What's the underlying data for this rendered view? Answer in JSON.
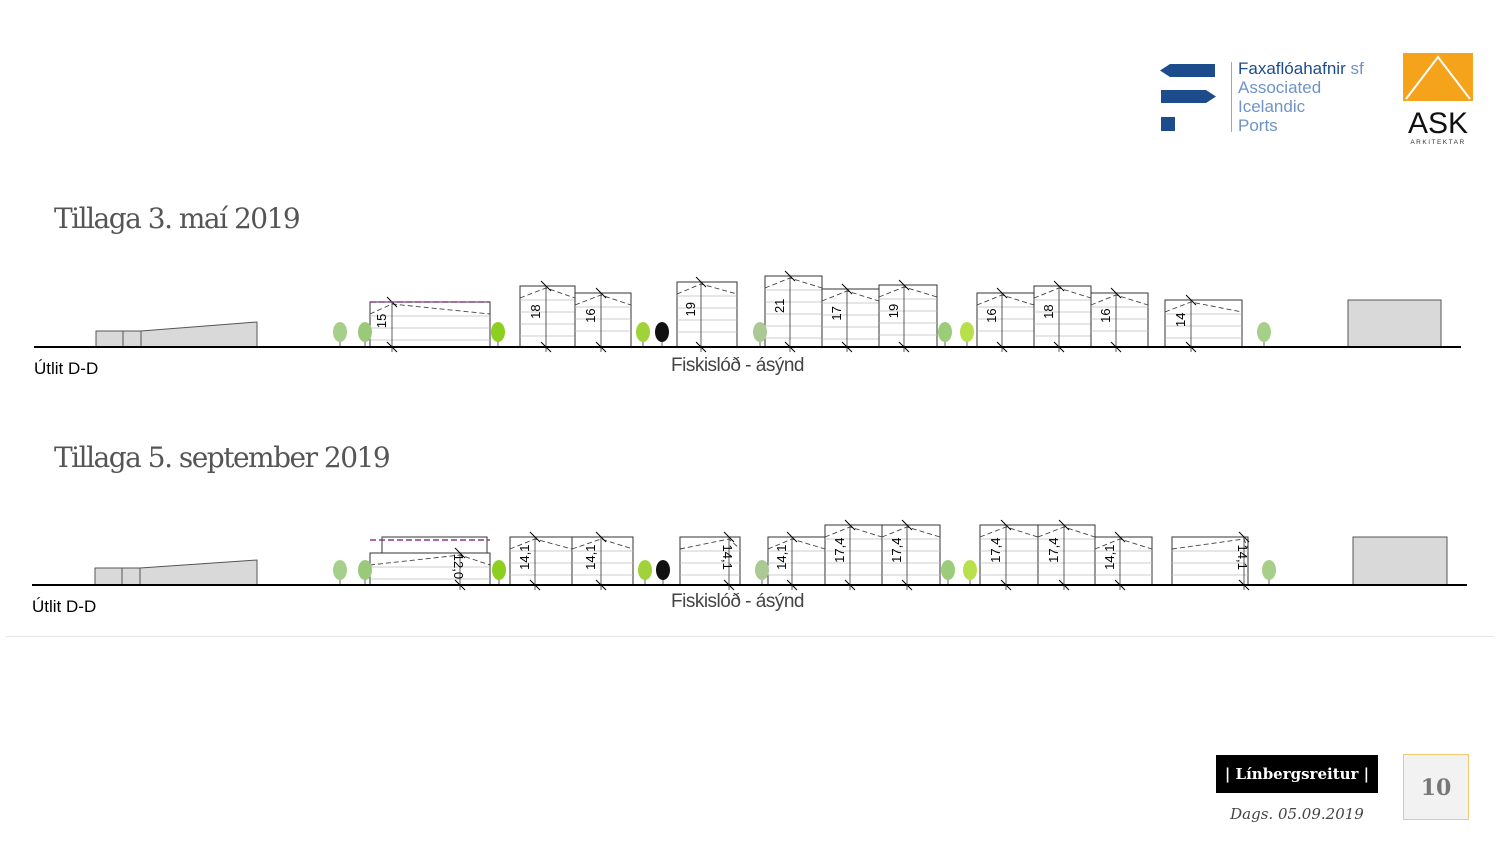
{
  "logos": {
    "faxa": {
      "name": "Faxaflóahafnir",
      "suffix": "sf",
      "lines": [
        "Associated",
        "Icelandic",
        "Ports"
      ],
      "color": "#1d4c8c"
    },
    "ask": {
      "name": "ASK",
      "sub": "ARKITEKTAR",
      "color": "#f5a31a"
    }
  },
  "sections": [
    {
      "title": "Tillaga 3. maí 2019",
      "caption": "Útlit D-D",
      "street": "Fiskislóð - ásýnd",
      "heights": [
        "15",
        "18",
        "16",
        "19",
        "21",
        "17",
        "19",
        "16",
        "18",
        "16",
        "14"
      ]
    },
    {
      "title": "Tillaga 5. september 2019",
      "caption": "Útlit D-D",
      "street": "Fiskislóð - ásýnd",
      "heights": [
        "12,0",
        "14,1",
        "14,1",
        "14,1",
        "14,1",
        "17,4",
        "17,4",
        "17,4",
        "17,4",
        "14,1",
        "14,1"
      ]
    }
  ],
  "footer": {
    "project": "| Línbergsreitur |",
    "date": "Dags. 05.09.2019",
    "page": "10"
  }
}
